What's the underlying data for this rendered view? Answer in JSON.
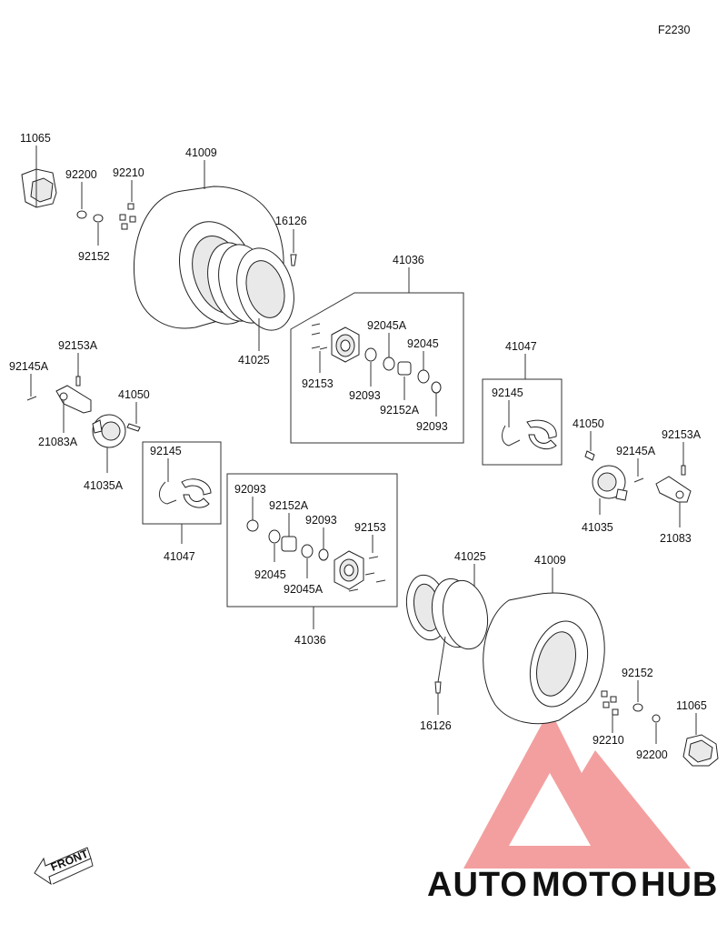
{
  "diagram_id": "F2230",
  "front_label": "FRONT",
  "watermark": {
    "auto": "AUTO",
    "moto": "MOTO",
    "hub": "HUB",
    "color_auto": "#f4c37a",
    "color_moto": "#f0a0a0",
    "color_hub": "#9a9a9a",
    "logo_color": "#f08080"
  },
  "labels": {
    "l_11065_a": "11065",
    "l_92200_a": "92200",
    "l_92210_a": "92210",
    "l_41009_a": "41009",
    "l_16126_a": "16126",
    "l_92152_a": "92152",
    "l_41025_a": "41025",
    "l_41036_a": "41036",
    "l_92045A_a": "92045A",
    "l_92045_a": "92045",
    "l_92153_a": "92153",
    "l_92093_a": "92093",
    "l_92152A_a": "92152A",
    "l_92093_b": "92093",
    "l_41047_a": "41047",
    "l_92145_a": "92145",
    "l_92153A_a": "92153A",
    "l_92145A_a": "92145A",
    "l_41050_a": "41050",
    "l_21083A_a": "21083A",
    "l_41035A_a": "41035A",
    "l_92145_b": "92145",
    "l_41047_b": "41047",
    "l_41050_b": "41050",
    "l_92153A_b": "92153A",
    "l_92145A_b": "92145A",
    "l_41035_b": "41035",
    "l_21083_b": "21083",
    "l_92093_c": "92093",
    "l_92152A_c": "92152A",
    "l_92093_d": "92093",
    "l_92153_c": "92153",
    "l_92045_c": "92045",
    "l_92045A_c": "92045A",
    "l_41036_b": "41036",
    "l_41025_b": "41025",
    "l_41009_b": "41009",
    "l_16126_b": "16126",
    "l_92152_b": "92152",
    "l_11065_b": "11065",
    "l_92210_b": "92210",
    "l_92200_b": "92200"
  }
}
